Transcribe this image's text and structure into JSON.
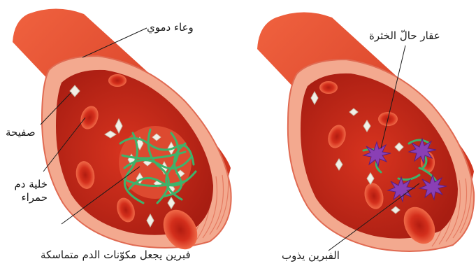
{
  "labels": {
    "blood_vessel": "وعاء دموي",
    "platelet": "صفيحة",
    "red_blood_cell": "خلية دم حمراء",
    "fibrin_clumps": "فبرين يجعل مكوّنات الدم متماسكة",
    "clot_drug": "عقار حالّ الخثرة",
    "fibrin_dissolves": "الفبرين يذوب"
  },
  "colors": {
    "vessel_outer": "#e2432b",
    "vessel_inner": "#c8281a",
    "wall": "#f3a98f",
    "rbc": "#d9311f",
    "platelet": "#f2efe6",
    "fibrin": "#3db36b",
    "drug": "#8a3fb5"
  }
}
